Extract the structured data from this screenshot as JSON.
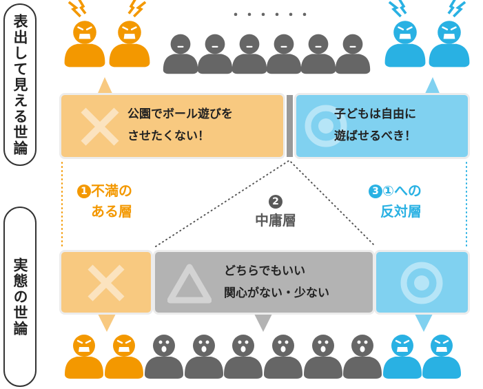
{
  "side_labels": {
    "top": "表出して見える世論",
    "bottom": "実態の世論"
  },
  "top_boxes": {
    "against": {
      "line1": "公園でボール遊びを",
      "line2": "させたくない！",
      "icon": "cross-icon"
    },
    "for": {
      "line1": "子どもは自由に",
      "line2": "遊ばせるべき！",
      "icon": "double-circle-icon"
    }
  },
  "layers": {
    "dissatisfied": {
      "number": "1",
      "line1": "不満の",
      "line2": "ある層"
    },
    "middle": {
      "number": "2",
      "line1": "中庸層"
    },
    "opposed": {
      "number": "3",
      "ref": "①",
      "line1": "への",
      "line2": "反対層"
    }
  },
  "bottom_boxes": {
    "middle": {
      "line1": "どちらでもいい",
      "line2": "関心がない・少ない",
      "icon": "triangle-icon"
    }
  },
  "ellipsis": "・・・・・・",
  "colors": {
    "orange": "#f39800",
    "orange_light": "#f8c980",
    "blue": "#29b1e3",
    "blue_light": "#80d1f0",
    "gray": "#666666",
    "gray_box": "#b3b3b3"
  }
}
